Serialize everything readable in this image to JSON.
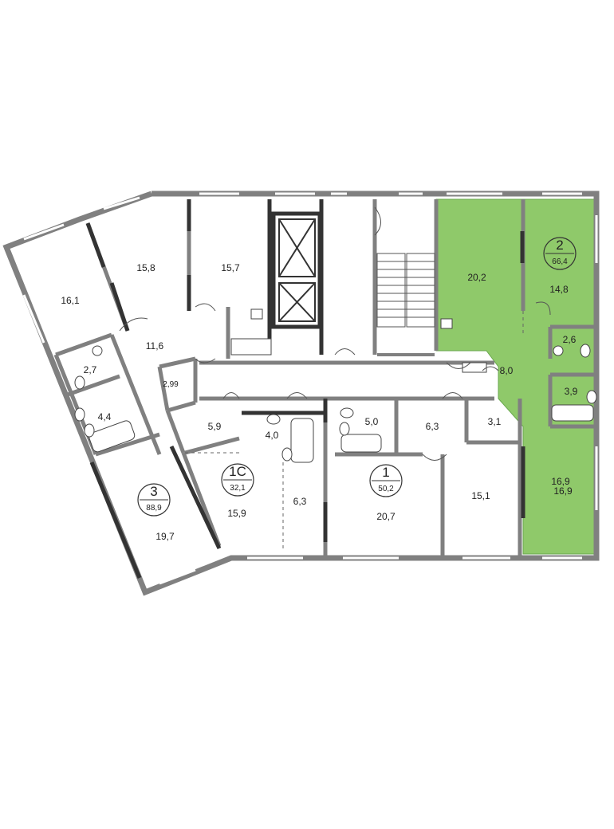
{
  "colors": {
    "highlight_fill": "#8fc96a",
    "highlight_stroke": "#6aa84f",
    "wall": "#808080",
    "wall_dark": "#333333",
    "window": "#c9c9c9",
    "background": "#ffffff"
  },
  "apartments": [
    {
      "id": "apt-3",
      "number": "3",
      "area": "88,9"
    },
    {
      "id": "apt-1c",
      "number": "1С",
      "area": "32,1"
    },
    {
      "id": "apt-1",
      "number": "1",
      "area": "50,2"
    },
    {
      "id": "apt-2",
      "number": "2",
      "area": "66,4",
      "highlighted": true
    }
  ],
  "rooms": {
    "r161": "16,1",
    "r158": "15,8",
    "r157": "15,7",
    "r116": "11,6",
    "r27a": "2,7",
    "r44": "4,4",
    "r299": "2,99",
    "r59": "5,9",
    "r40": "4,0",
    "r50": "5,0",
    "r63a": "6,3",
    "r31": "3,1",
    "r197": "19,7",
    "r159": "15,9",
    "r63b": "6,3",
    "r207": "20,7",
    "r151": "15,1",
    "r202": "20,2",
    "r148": "14,8",
    "r26": "2,6",
    "r80": "8,0",
    "r39": "3,9",
    "r169a": "16,9",
    "r169b": "16,9"
  }
}
